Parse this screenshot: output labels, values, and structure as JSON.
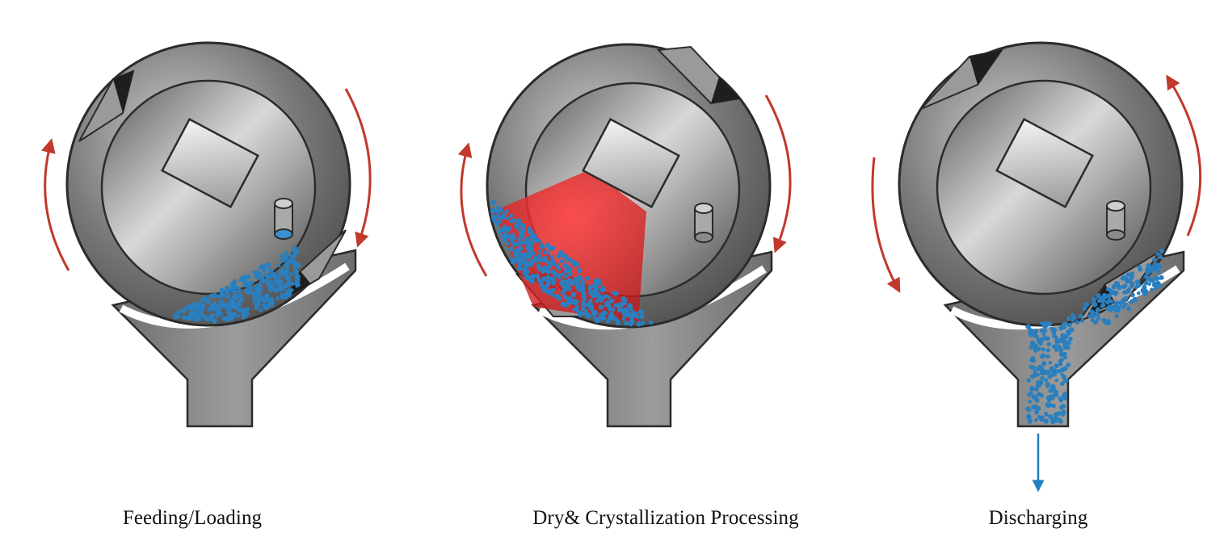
{
  "stages": [
    {
      "caption": "Feeding/Loading",
      "rotation": "clockwise",
      "state": "particles-entering"
    },
    {
      "caption": "Dry& Crystallization Processing",
      "rotation": "clockwise",
      "state": "infrared-heating"
    },
    {
      "caption": "Discharging",
      "rotation": "counter-clockwise",
      "state": "particles-exiting"
    }
  ],
  "colors": {
    "drum_outer": "#6e6e6e",
    "drum_inner": "#5a5a5a",
    "outline": "#2b2b2b",
    "particles": "#2a7fbf",
    "rotation_arrow": "#c0392b",
    "heat_zone": "#e02020",
    "discharge_arrow": "#1f7fc0"
  },
  "icons": [
    "rotation-arrow-icon",
    "discharge-arrow-icon"
  ]
}
